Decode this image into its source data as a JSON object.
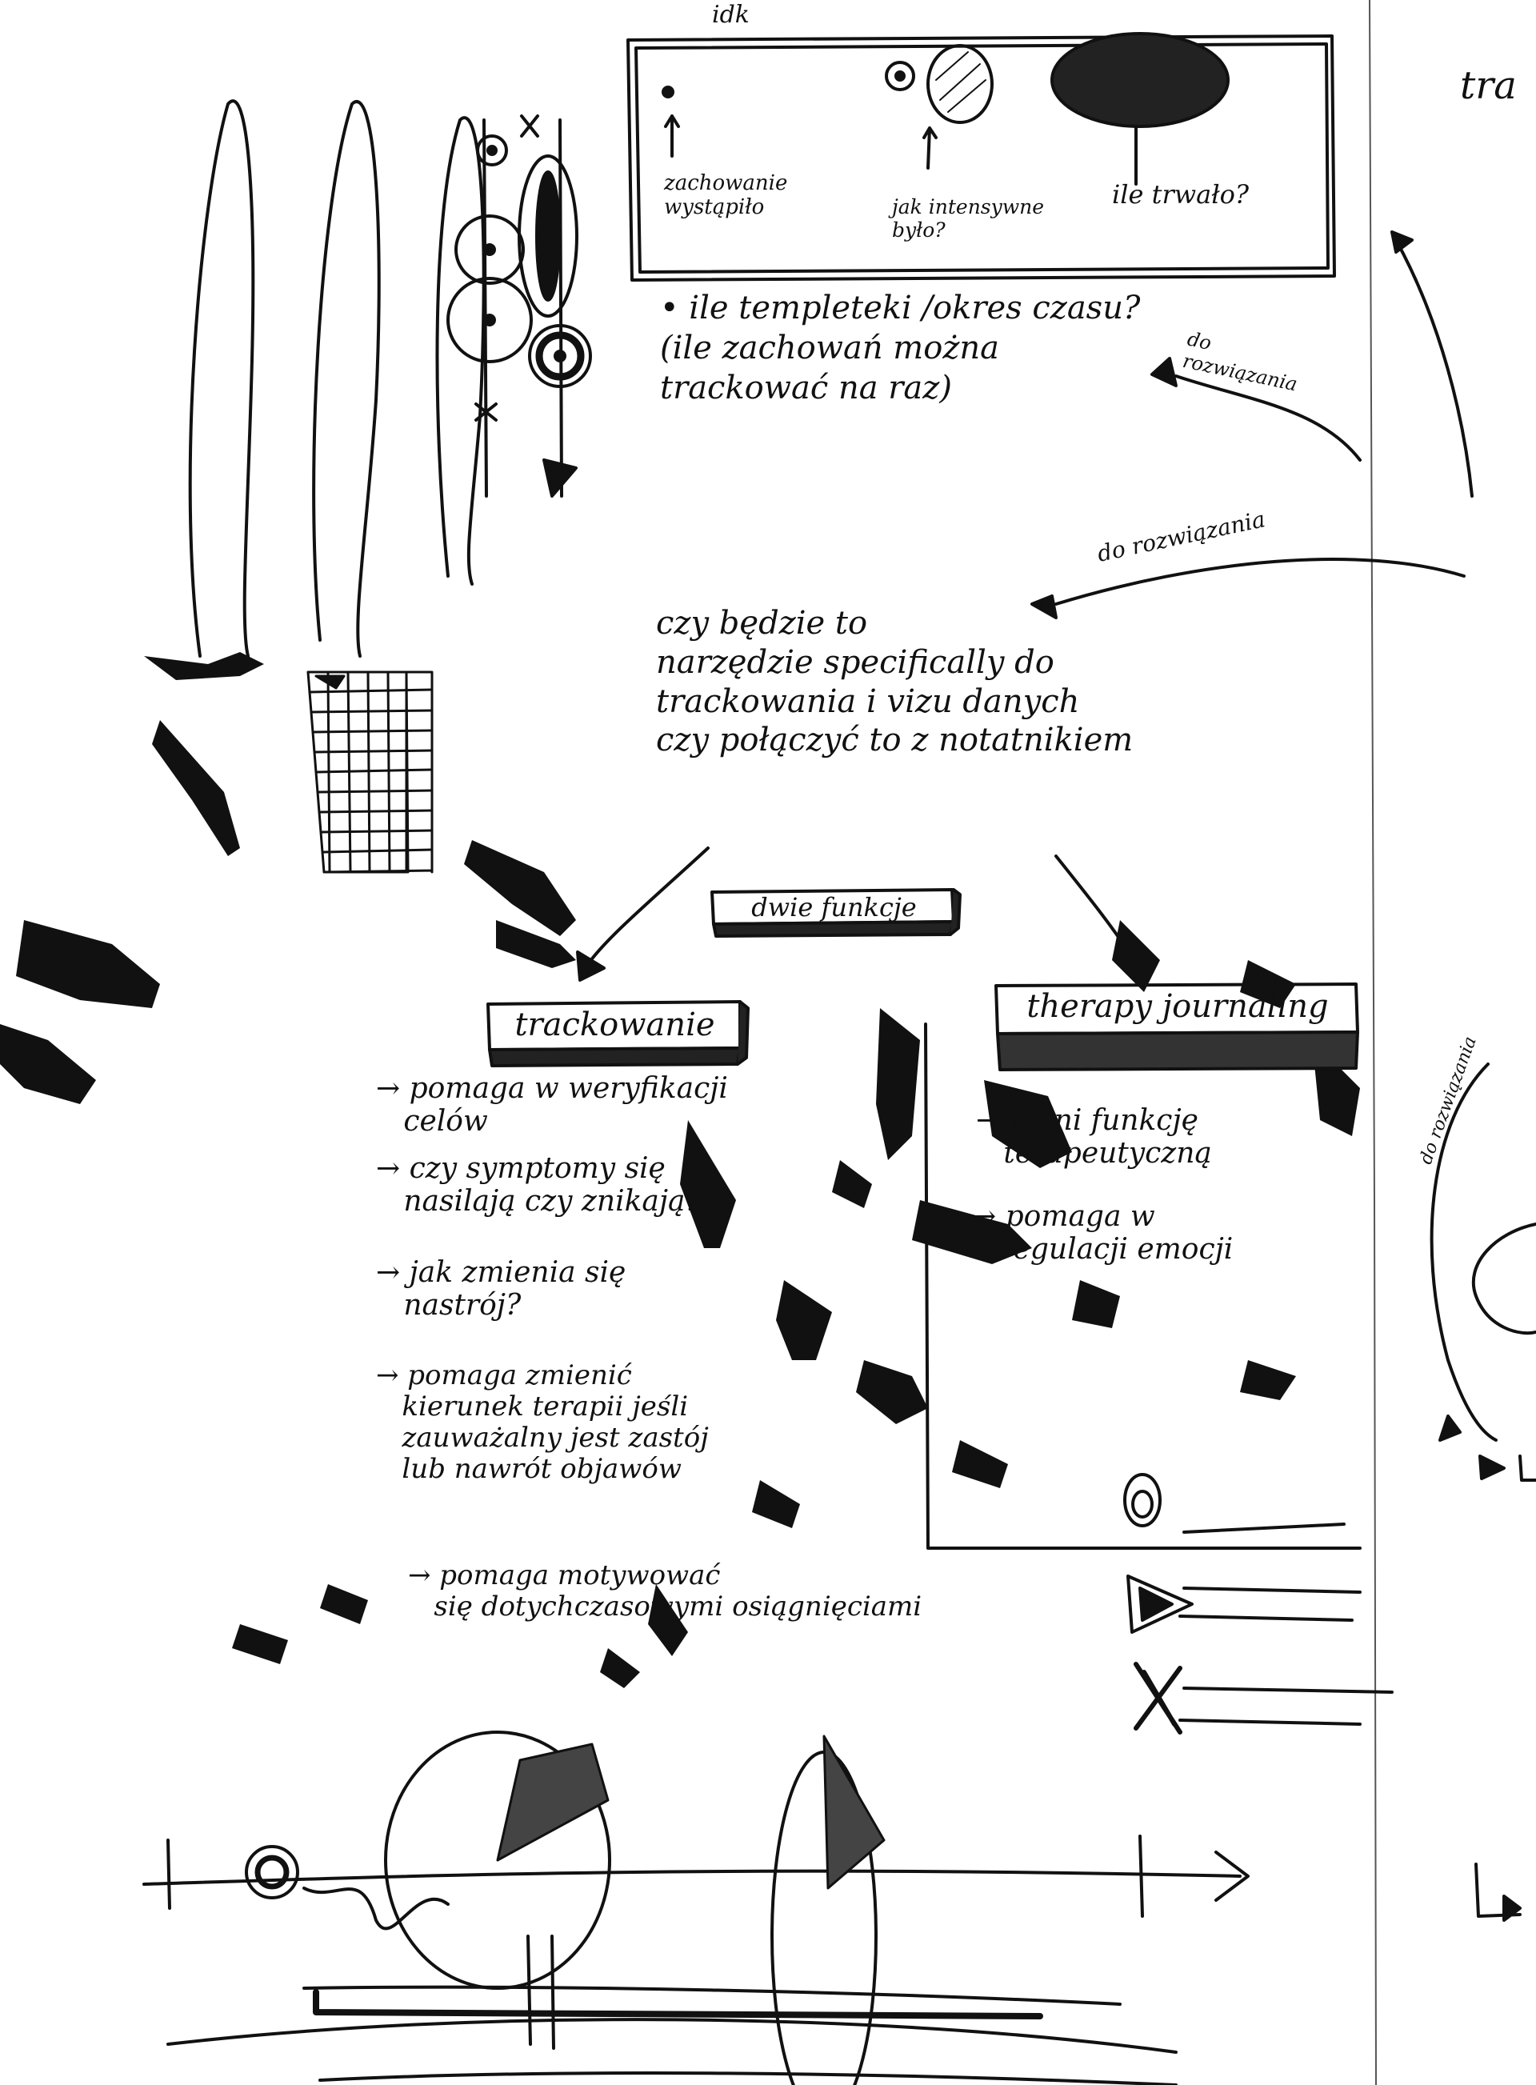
{
  "top_panel": {
    "title": "idk",
    "label_occurred": "zachowanie\nwystąpiło",
    "label_intensity": "jak intensywne\nbyło?",
    "label_duration": "ile trwało?"
  },
  "question_templates": "• ile templeteki /okres czasu?\n(ile zachowań można\ntrackować na raz)",
  "todo_label_1": "do\nrozwiązania",
  "todo_label_2": "do rozwiązania",
  "todo_label_3": "do rozwiązania",
  "edge_text_top_right": "tra",
  "central_question": "czy będzie to\nnarzędzie specifically do\ntrackowania i vizu danych\nczy połączyć to z notatnikiem",
  "functions_box": "dwie funkcje",
  "left_branch": {
    "title": "trackowanie",
    "items": [
      "→ pomaga w weryfikacji\n   celów",
      "→ czy symptomy się\n   nasilają czy znikają?",
      "→ jak zmienia się\n   nastrój?",
      "→ pomaga zmienić\n   kierunek terapii jeśli\n   zauważalny jest zastój\n   lub nawrót objawów",
      "→ pomaga motywować\n   się dotychczasowymi osiągnięciami"
    ]
  },
  "right_branch": {
    "title": "therapy journaling",
    "items": [
      "→ pełni funkcję\n   terapeutyczną",
      "→ pomaga w\n   regulacji emocji"
    ]
  },
  "legend_icons": [
    "circle-icon",
    "triangle-icon",
    "x-icon"
  ],
  "ink_color": "#111111"
}
